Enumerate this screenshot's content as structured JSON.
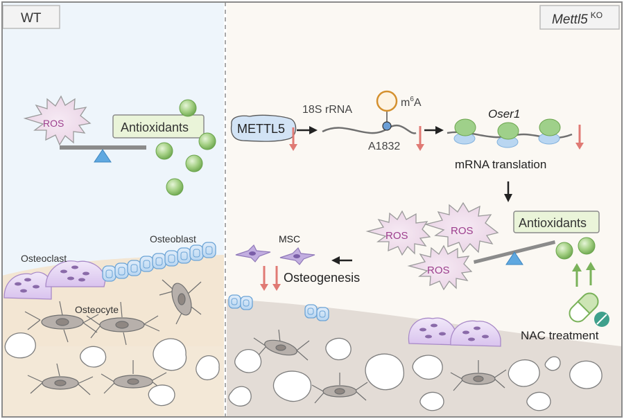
{
  "panels": {
    "wt": {
      "tag": "WT"
    },
    "ko": {
      "tag_gene": "Mettl5",
      "tag_sup": "KO"
    }
  },
  "wt": {
    "ros": "ROS",
    "antioxidants": "Antioxidants",
    "osteoclast": "Osteoclast",
    "osteoblast": "Osteoblast",
    "osteocyte": "Osteocyte"
  },
  "ko": {
    "mettl5": "METTL5",
    "rrna": "18S rRNA",
    "m6a_base": "m",
    "m6a_sup": "6",
    "m6a_end": "A",
    "site": "A1832",
    "gene": "Oser1",
    "translation": "mRNA translation",
    "ros": "ROS",
    "antioxidants": "Antioxidants",
    "msc": "MSC",
    "osteogenesis": "Osteogenesis",
    "nac": "NAC treatment"
  },
  "colors": {
    "wt_bg": "#eef5fb",
    "ko_bg": "#fbf8f3",
    "bone_wt": "#f3e6d3",
    "bone_ko": "#e3dcd6",
    "purple_cell": "#e4d6f2",
    "blue_cell": "#c6def4",
    "green_sphere": "#a3cf83",
    "down_arrow": "#e07a74",
    "up_arrow": "#7ab25a"
  }
}
